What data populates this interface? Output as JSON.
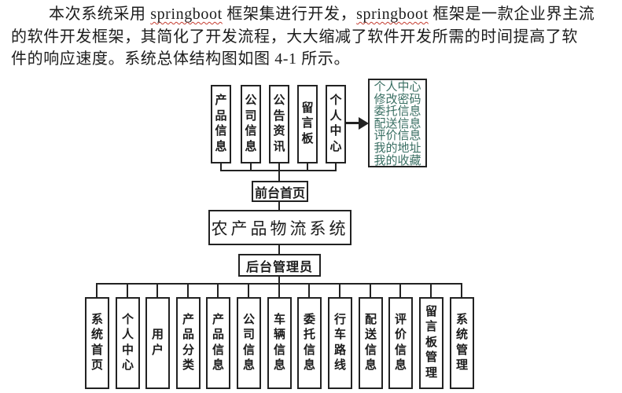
{
  "paragraph": {
    "lines": [
      {
        "segments": [
          {
            "text": "本次系统采用 "
          },
          {
            "text": "springboot",
            "spellcheck": true
          },
          {
            "text": " 框架集进行开发，"
          },
          {
            "text": "springboot",
            "spellcheck": true
          },
          {
            "text": " 框架是一款企业界主流"
          }
        ]
      },
      {
        "segments": [
          {
            "text": "的软件开发框架，其简化了开发流程，大大缩减了软件开发所需的时间提高了软"
          }
        ]
      },
      {
        "segments": [
          {
            "text": "件的响应速度。系统总体结构图如图 4-1 所示。"
          }
        ]
      }
    ]
  },
  "diagram": {
    "front_modules": [
      "产品信息",
      "公司信息",
      "公告资讯",
      "留言板",
      "个人中心"
    ],
    "user_center_items": [
      "个人中心",
      "修改密码",
      "委托信息",
      "配送信息",
      "评价信息",
      "我的地址",
      "我的收藏"
    ],
    "front_home_label": "前台首页",
    "system_label": "农产品物流系统",
    "admin_label": "后台管理员",
    "admin_modules": [
      "系统首页",
      "个人中心",
      "用户",
      "产品分类",
      "产品信息",
      "公司信息",
      "车辆信息",
      "委托信息",
      "行车路线",
      "配送信息",
      "评价信息",
      "留言板管理",
      "系统管理"
    ]
  },
  "colors": {
    "spellcheck_underline": "#c43b2f",
    "user_center_text": "#3a6f63",
    "diagram_line": "#222222",
    "body_text": "#1c1c1c"
  }
}
